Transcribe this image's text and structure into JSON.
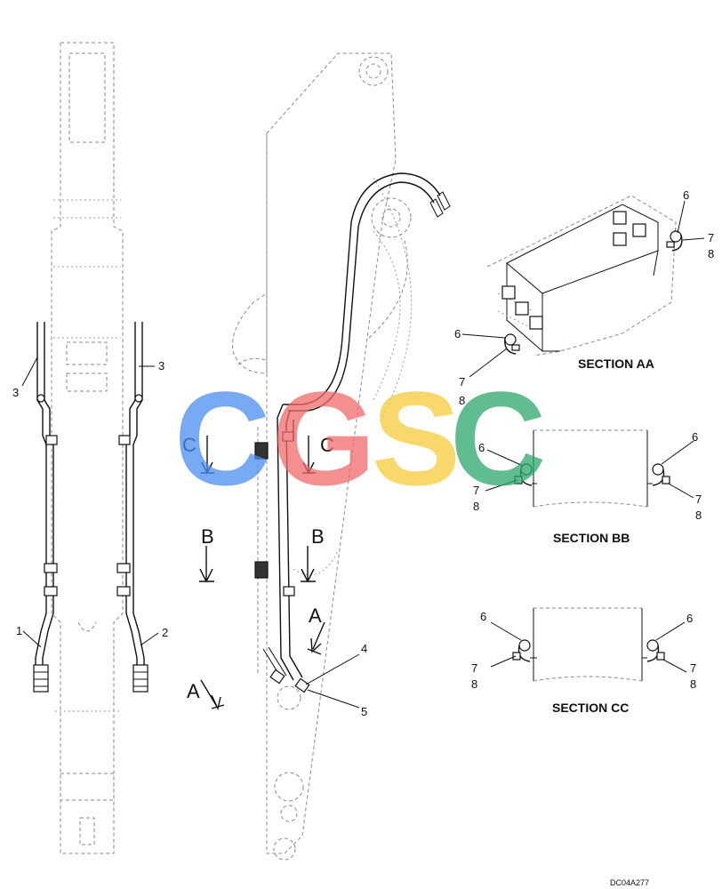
{
  "diagram": {
    "part_labels": {
      "p1": "1",
      "p2": "2",
      "p3a": "3",
      "p3b": "3",
      "p4": "4",
      "p5": "5"
    },
    "section_markers": {
      "c_left": "C",
      "c_right": "C",
      "b_left": "B",
      "b_right": "B",
      "a_upper": "A",
      "a_lower": "A"
    },
    "sections": {
      "aa": {
        "title": "SECTION AA",
        "n6": "6",
        "n7": "7",
        "n8": "8",
        "n6b": "6",
        "n7b": "7",
        "n8b": "8"
      },
      "bb": {
        "title": "SECTION BB",
        "n6": "6",
        "n7": "7",
        "n8": "8",
        "n6b": "6",
        "n7b": "7",
        "n8b": "8"
      },
      "cc": {
        "title": "SECTION CC",
        "n6": "6",
        "n7": "7",
        "n8": "8",
        "n6b": "6",
        "n7b": "7",
        "n8b": "8"
      }
    },
    "drawing_code": "DC04A277",
    "watermark": {
      "l1": "C",
      "l2": "G",
      "l3": "S",
      "l4": "C",
      "colors": [
        "#4a8ef0",
        "#f06a6a",
        "#f6cc3a",
        "#2aa86a"
      ]
    }
  }
}
